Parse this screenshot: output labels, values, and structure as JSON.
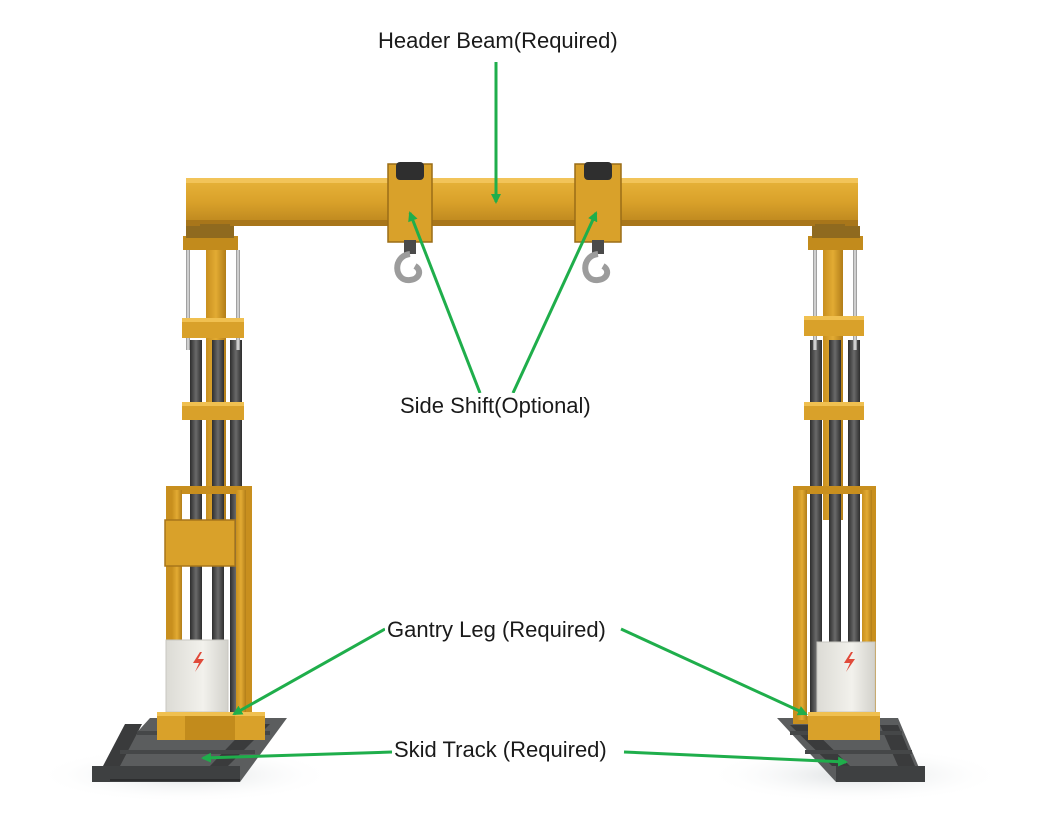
{
  "labels": {
    "header_beam": "Header Beam(Required)",
    "side_shift": "Side Shift(Optional)",
    "gantry_leg": "Gantry Leg (Required)",
    "skid_track": "Skid Track (Required)"
  },
  "colors": {
    "beam": "#d9a12a",
    "beam_dark": "#a8761a",
    "column": "#4a4a4a",
    "skid": "#4f5152",
    "arrow": "#1fae4b",
    "power_box": "#ecebe6",
    "bolt": "#e04a3a"
  },
  "icons": {
    "power_symbol": "lightning-bolt-icon"
  }
}
